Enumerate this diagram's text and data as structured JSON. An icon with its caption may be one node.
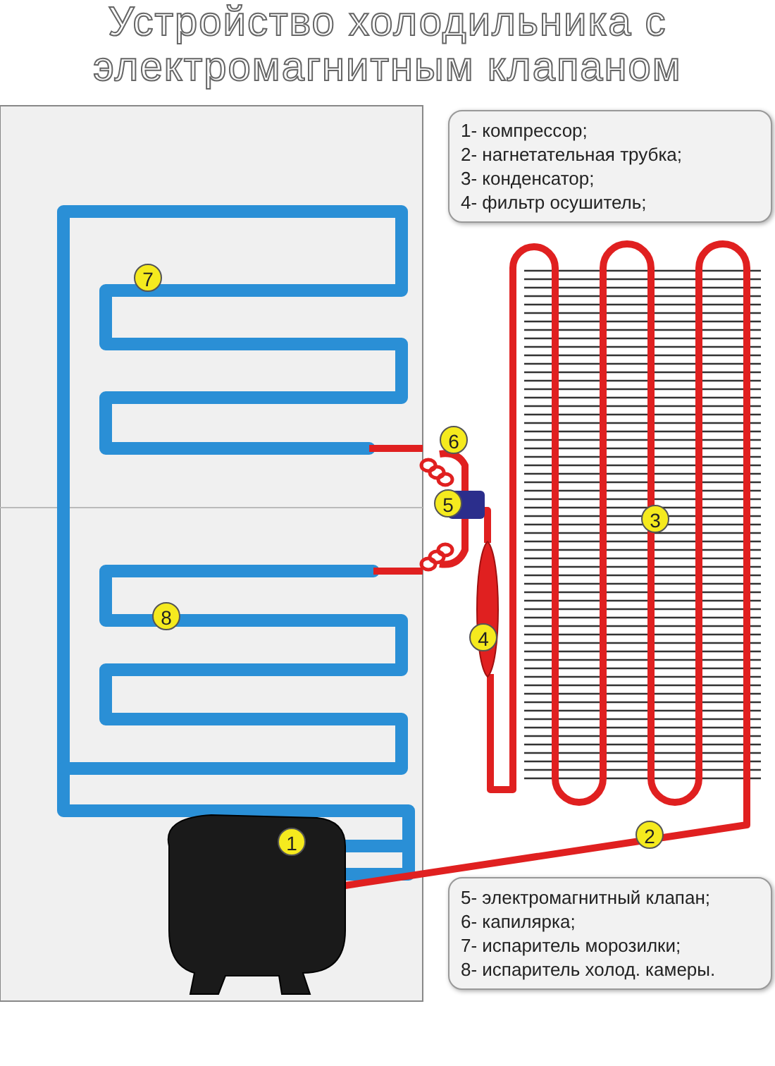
{
  "diagram": {
    "title": "Устройство холодильника с электромагнитным клапаном",
    "nodes": [
      {
        "text": [
          "1- компрессор;",
          "2- нагнетательная трубка;",
          "3- конденсатор;",
          "4- фильтр осушитель;"
        ]
      },
      {
        "text": [
          "5- электромагнитный клапан;",
          "6- капилярка;",
          "7- испаритель морозилки;",
          "8- испаритель холод. камеры."
        ]
      }
    ],
    "labels": [
      "7",
      "6",
      "5",
      "3",
      "8",
      "4",
      "1",
      "2"
    ]
  }
}
